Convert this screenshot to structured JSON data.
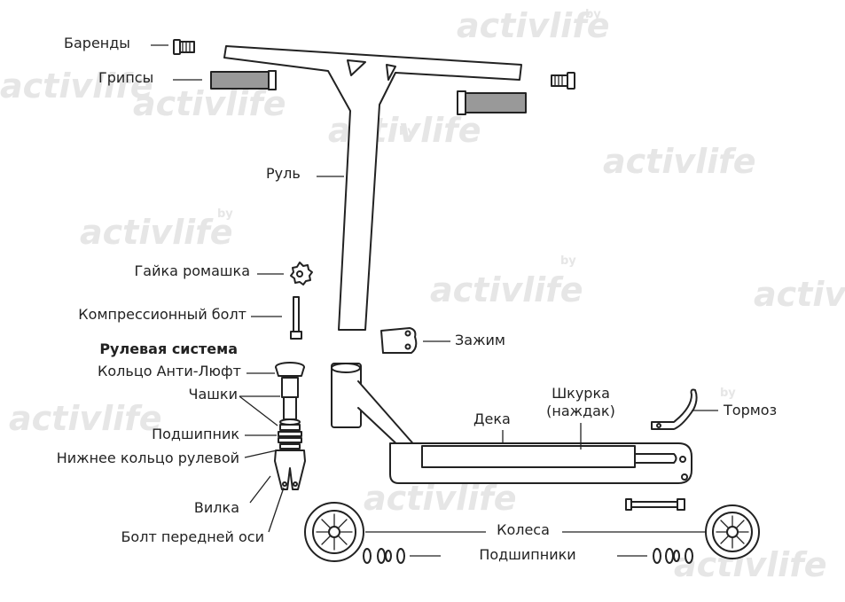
{
  "watermark": {
    "brand": "activlife",
    "suffix": "by"
  },
  "parts": {
    "barends": "Баренды",
    "grips": "Грипсы",
    "handlebar": "Руль",
    "star_nut": "Гайка ромашка",
    "compression_bolt": "Компрессионный болт",
    "headset_title": "Рулевая система",
    "anti_loose_ring": "Кольцо Анти-Люфт",
    "cups": "Чашки",
    "bearing": "Подшипник",
    "lower_race": "Нижнее кольцо рулевой",
    "fork": "Вилка",
    "front_axle_bolt": "Болт передней оси",
    "clamp": "Зажим",
    "griptape_line1": "Шкурка",
    "griptape_line2": "(наждак)",
    "deck": "Дека",
    "brake": "Тормоз",
    "wheels": "Колеса",
    "bearings": "Подшипники"
  },
  "colors": {
    "line": "#222222",
    "grip": "#888888",
    "watermark": "#e6e6e6"
  }
}
